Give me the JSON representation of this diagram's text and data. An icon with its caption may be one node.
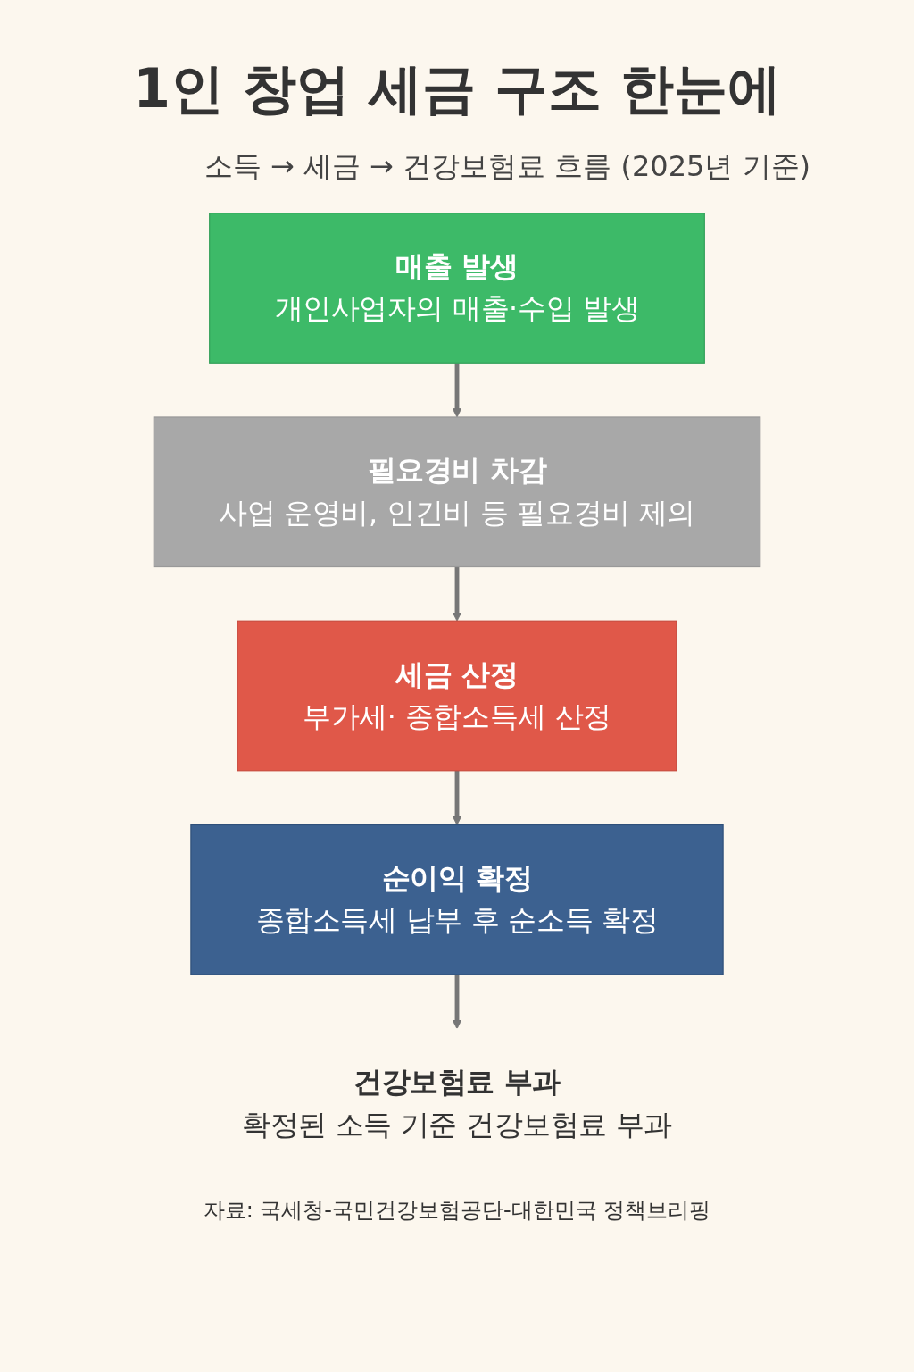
{
  "diagram": {
    "title": "1인 창업 세금 구조 한눈에",
    "nodes": [
      {
        "text": [
          "매출 발생",
          "개인사업자의 매출·수입 발생"
        ]
      },
      {
        "text": [
          "필요경비 차감",
          "사업 운영비, 인긴비 등 필요경비 제의"
        ]
      },
      {
        "text": [
          "세금 산정",
          "부가세· 종합소득세 산정"
        ]
      },
      {
        "text": [
          "순이익 확정",
          "종합소득세 납부 후 순소득 확정"
        ]
      },
      {
        "text": [
          "건강보험료 부과",
          "확정된 소득 기준 건강보험료 부과"
        ]
      }
    ],
    "edges": [
      {
        "from": 0,
        "to": 1,
        "arrow": "to"
      },
      {
        "from": 1,
        "to": 2,
        "arrow": "to"
      },
      {
        "from": 2,
        "to": 3,
        "arrow": "to"
      },
      {
        "from": 3,
        "to": 4,
        "arrow": "to"
      }
    ],
    "labels": [
      "소득 → 세금 → 건강보험료 흐름 (2025년 기준)"
    ],
    "caption": "자료: 국세청-국민건강보험공단-대한민국 정책브리핑"
  }
}
